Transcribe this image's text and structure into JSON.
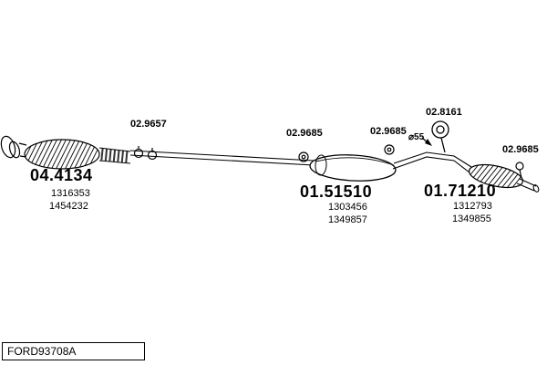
{
  "footer": {
    "catalog_code": "FORD93708A"
  },
  "labels": {
    "clamp_front": "02.9657",
    "catalytic": {
      "code": "04.4134",
      "ref1": "1316353",
      "ref2": "1454232"
    },
    "hanger_mid": "02.9685",
    "centre_silencer": {
      "code": "01.51510",
      "ref1": "1303456",
      "ref2": "1349857"
    },
    "hanger_mid2": "02.9685",
    "diameter": "⌀55",
    "ring_hanger": "02.8161",
    "rear_silencer": {
      "code": "01.71210",
      "ref1": "1312793",
      "ref2": "1349855"
    },
    "hanger_rear": "02.9685"
  }
}
